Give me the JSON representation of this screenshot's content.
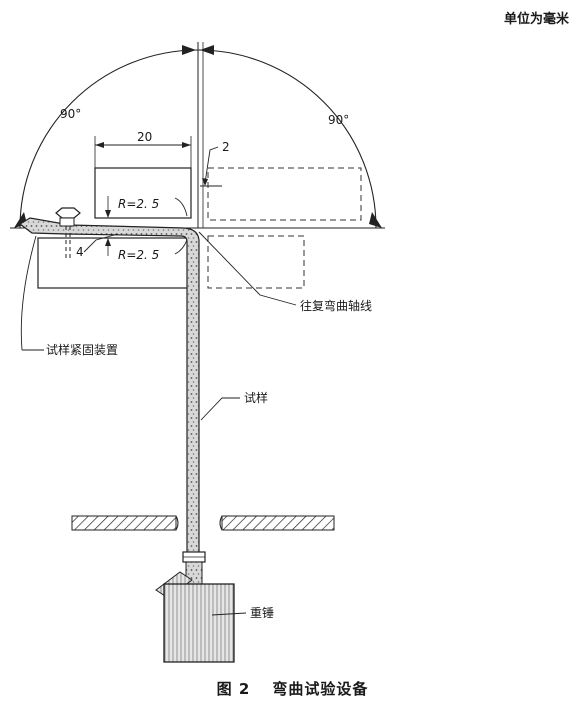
{
  "unit_note": "单位为毫米",
  "caption": {
    "number": "图 2",
    "title": "弯曲试验设备"
  },
  "labels": {
    "angle_left": "90°",
    "angle_right": "90°",
    "dim_width": "20",
    "ref_2": "2",
    "ref_4": "4",
    "radius_upper": "R=2. 5",
    "radius_lower": "R=2. 5",
    "bend_axis": "往复弯曲轴线",
    "clamp": "试样紧固装置",
    "specimen": "试样",
    "weight": "重锤"
  }
}
